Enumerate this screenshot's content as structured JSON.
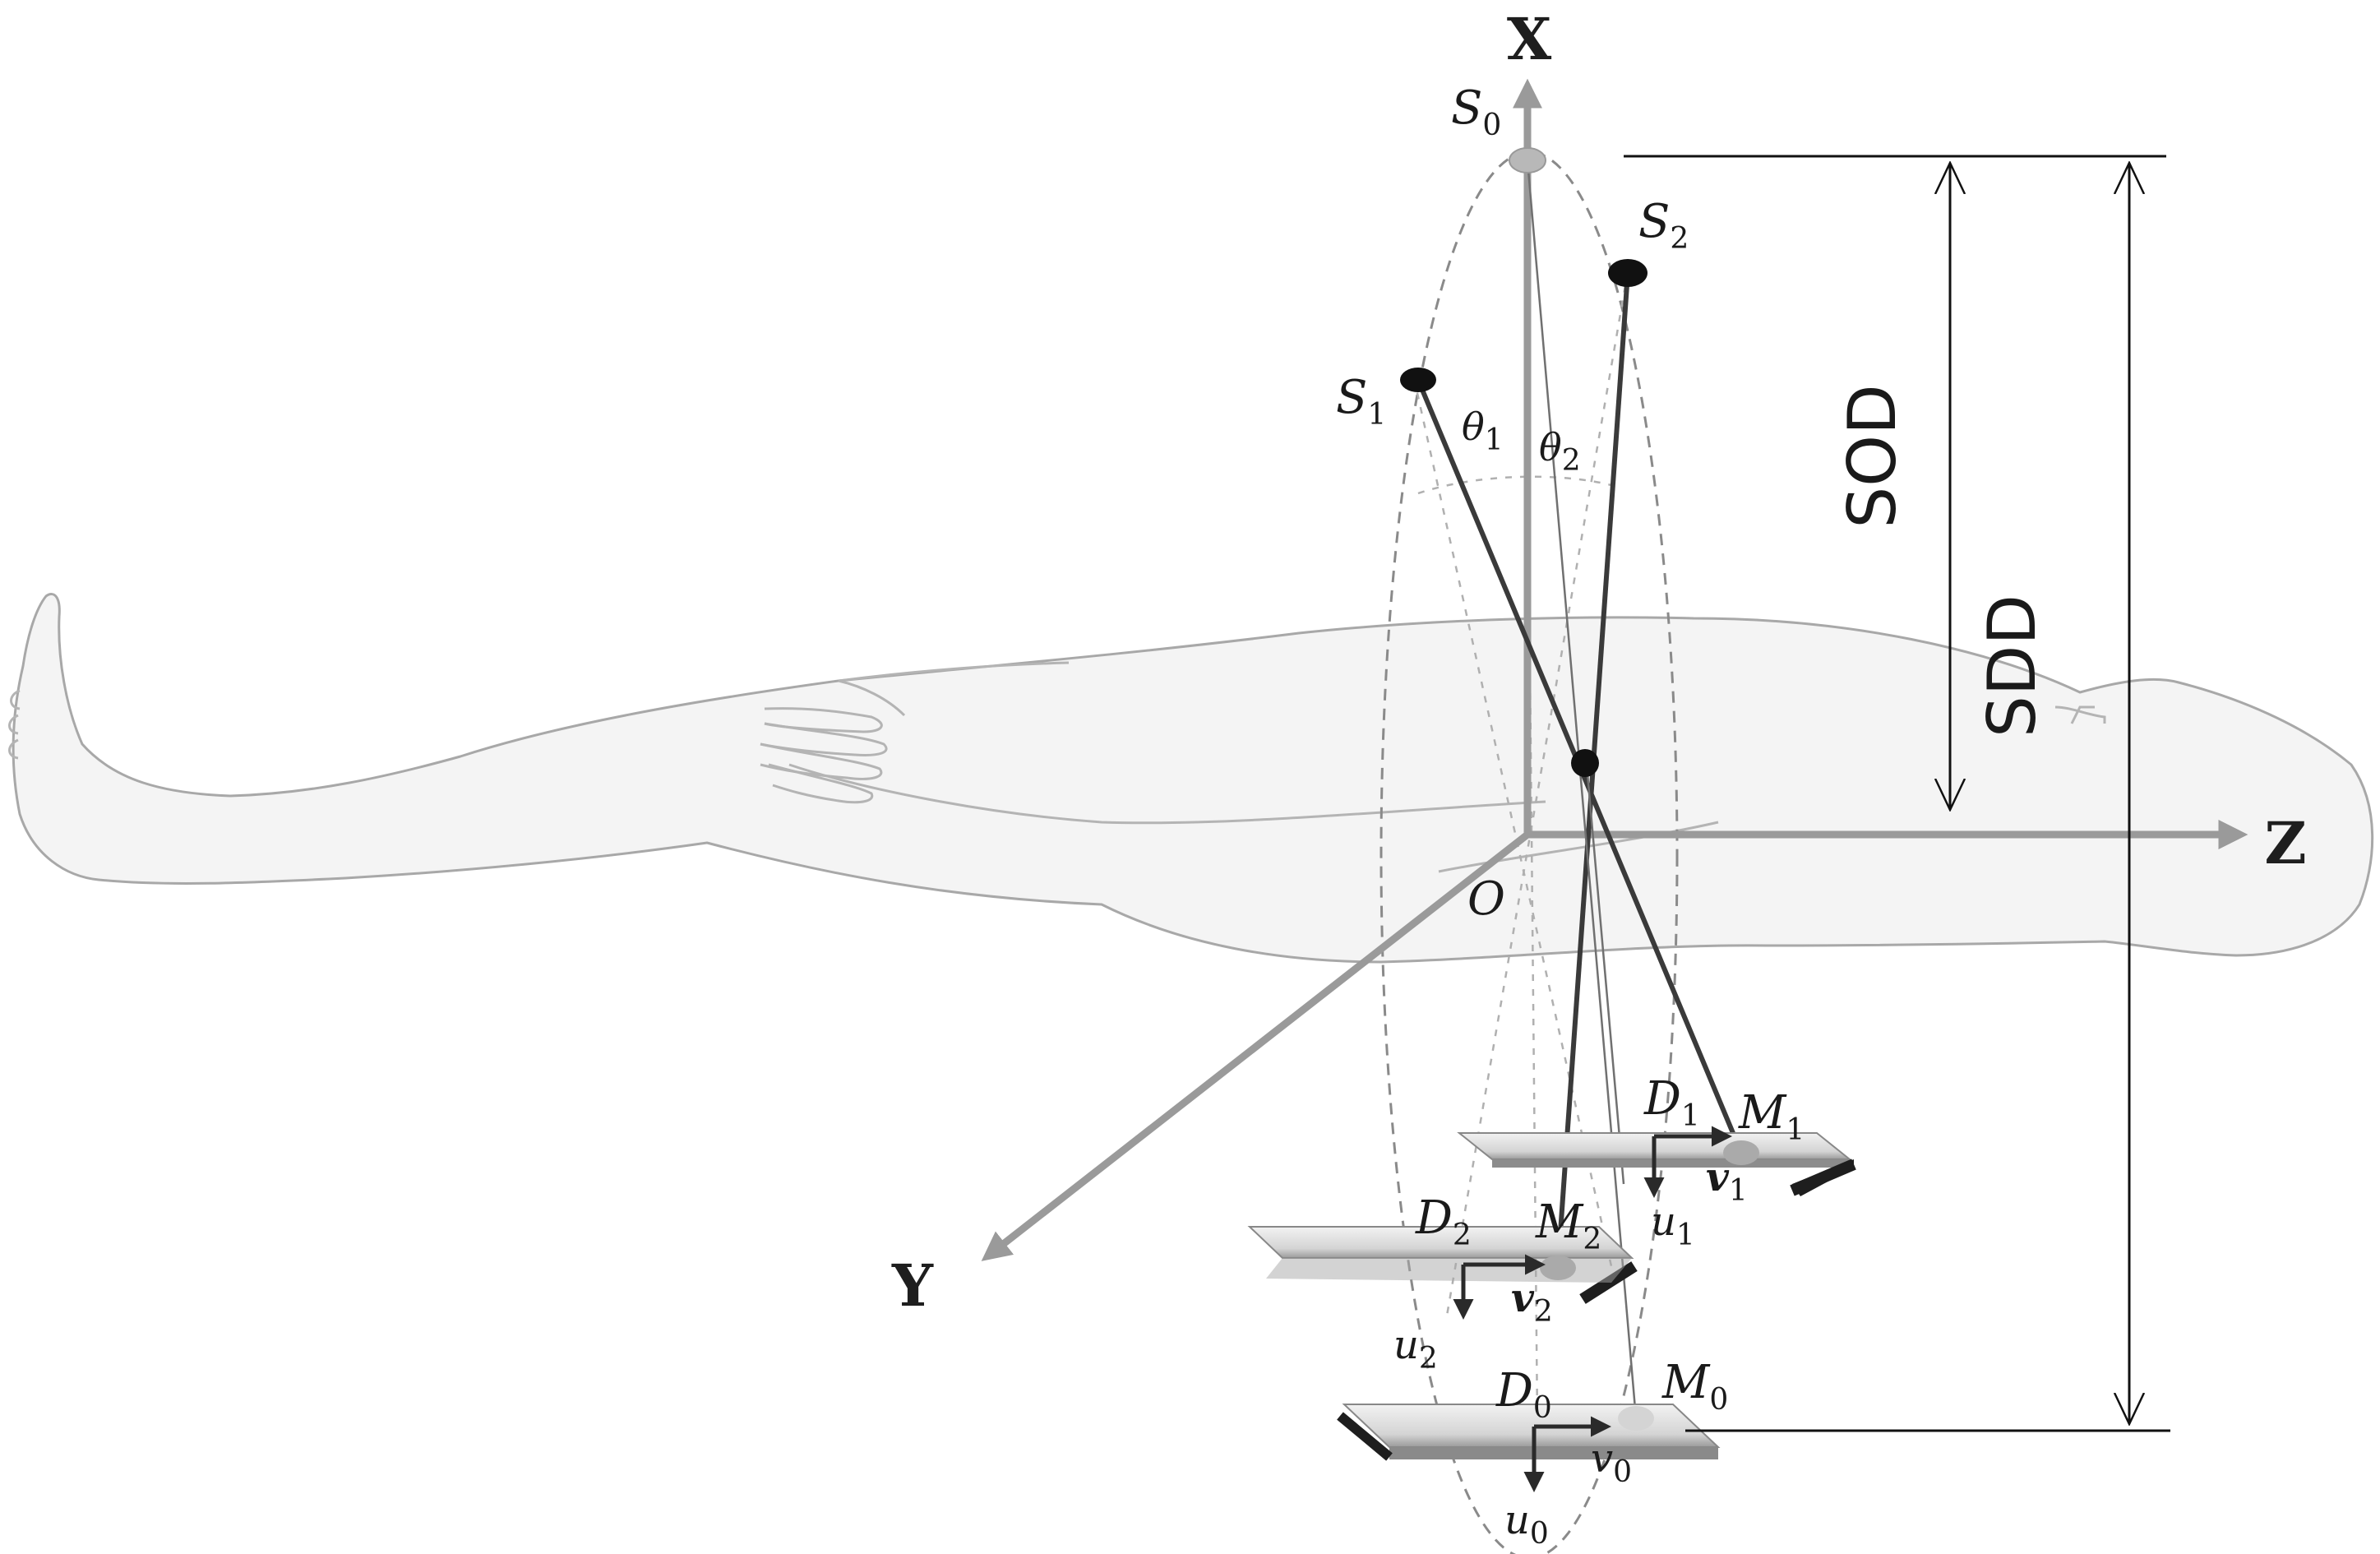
{
  "axes": {
    "x": "X",
    "y": "Y",
    "z": "Z",
    "origin": "O"
  },
  "sources": [
    {
      "sym": "S",
      "sub": "0"
    },
    {
      "sym": "S",
      "sub": "1"
    },
    {
      "sym": "S",
      "sub": "2"
    }
  ],
  "angles": [
    {
      "sym": "θ",
      "sub": "1"
    },
    {
      "sym": "θ",
      "sub": "2"
    }
  ],
  "detectors": [
    {
      "sym": "D",
      "sub": "0"
    },
    {
      "sym": "D",
      "sub": "1"
    },
    {
      "sym": "D",
      "sub": "2"
    }
  ],
  "projections": [
    {
      "sym": "M",
      "sub": "0"
    },
    {
      "sym": "M",
      "sub": "1"
    },
    {
      "sym": "M",
      "sub": "2"
    }
  ],
  "detector_axes": {
    "u": [
      {
        "sym": "u",
        "sub": "0"
      },
      {
        "sym": "u",
        "sub": "1"
      },
      {
        "sym": "u",
        "sub": "2"
      }
    ],
    "v": [
      {
        "sym": "v",
        "sub": "0"
      },
      {
        "sym": "v",
        "sub": "1"
      },
      {
        "sym": "v",
        "sub": "2"
      }
    ]
  },
  "dimensions": {
    "sod": "SOD",
    "sdd": "SDD"
  },
  "colors": {
    "axis": "#9a9a9a",
    "body_fill": "#f4f4f4",
    "body_stroke": "#a8a8a8",
    "ray": "#3a3a3a",
    "source_point": "#111111",
    "detector_light": "#e6e6e6",
    "detector_dark": "#222222"
  }
}
